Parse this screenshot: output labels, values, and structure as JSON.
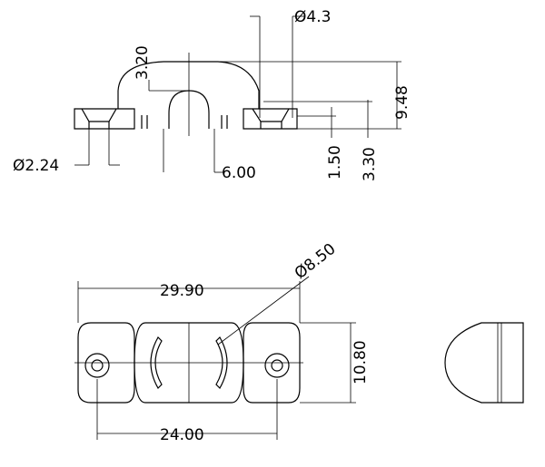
{
  "drawing": {
    "dimensions": {
      "hole_top_dia": "Ø4.3",
      "arc_radius": "3.20",
      "total_height": "9.48",
      "pin_dia": "Ø2.24",
      "pin_spacing_side": "6.00",
      "base_thickness": "1.50",
      "flange_height": "3.30",
      "dome_dia": "Ø8.50",
      "overall_length": "29.90",
      "width": "10.80",
      "hole_spacing": "24.00"
    }
  }
}
